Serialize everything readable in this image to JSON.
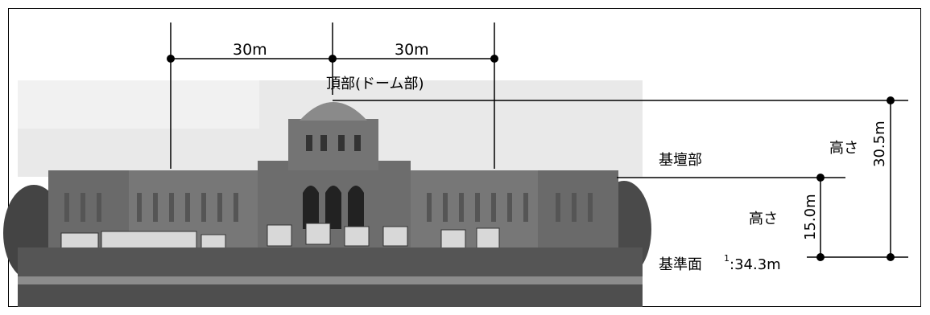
{
  "dimensions": {
    "spacing_left": "30m",
    "spacing_right": "30m",
    "top_label": "頂部(ドーム部)",
    "base_label": "基壇部",
    "height_text_1": "高さ",
    "height_value_1": "30.5m",
    "height_text_2": "高さ",
    "height_value_2": "15.0m",
    "datum_label": "基準面",
    "datum_superscript": "1",
    "datum_value": ":34.3m"
  },
  "colors": {
    "line": "#000000",
    "photo_sky": "#e8e8e8",
    "photo_building": "#6e6e6e",
    "photo_dark": "#3a3a3a",
    "photo_ground": "#9a9a9a"
  }
}
